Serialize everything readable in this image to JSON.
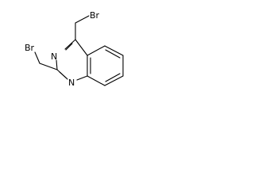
{
  "molecule": {
    "atom_labels": {
      "br_top": "Br",
      "br_bottom": "Br",
      "n_upper": "N",
      "n_lower": "N"
    }
  },
  "colors": {
    "ink": "#000000",
    "background": "#ffffff"
  }
}
